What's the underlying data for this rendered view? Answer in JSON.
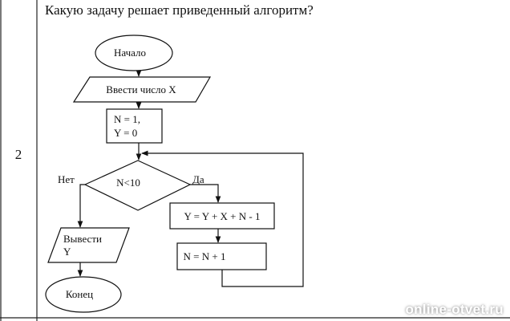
{
  "table": {
    "row_number": "2",
    "question": "Какую задачу решает приведенный алгоритм?"
  },
  "flowchart": {
    "start": "Начало",
    "input": "Ввести число X",
    "init_line1": "N = 1,",
    "init_line2": "Y = 0",
    "condition": "N<10",
    "no_label": "Нет",
    "yes_label": "Да",
    "compute": "Y = Y + X + N - 1",
    "increment": "N = N + 1",
    "output_line1": "Вывести",
    "output_line2": "Y",
    "end": "Конец"
  },
  "watermark": "online-otvet.ru"
}
